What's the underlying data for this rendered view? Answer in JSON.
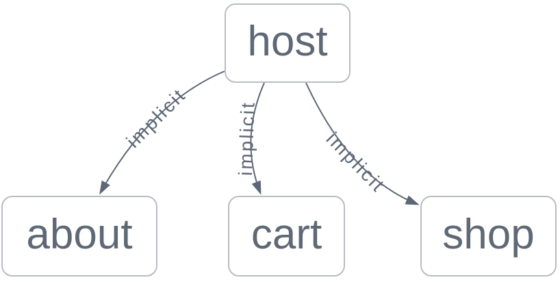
{
  "diagram": {
    "type": "flow-graph",
    "nodes": [
      {
        "id": "host",
        "label": "host"
      },
      {
        "id": "about",
        "label": "about"
      },
      {
        "id": "cart",
        "label": "cart"
      },
      {
        "id": "shop",
        "label": "shop"
      }
    ],
    "edges": [
      {
        "from": "host",
        "to": "about",
        "label": "implicit"
      },
      {
        "from": "host",
        "to": "cart",
        "label": "implicit"
      },
      {
        "from": "host",
        "to": "shop",
        "label": "implicit"
      }
    ],
    "colors": {
      "background": "#ffffff",
      "node_fill": "#ffffff",
      "node_border": "#b8bcc2",
      "node_text": "#5f6976",
      "edge": "#5d6776"
    }
  }
}
